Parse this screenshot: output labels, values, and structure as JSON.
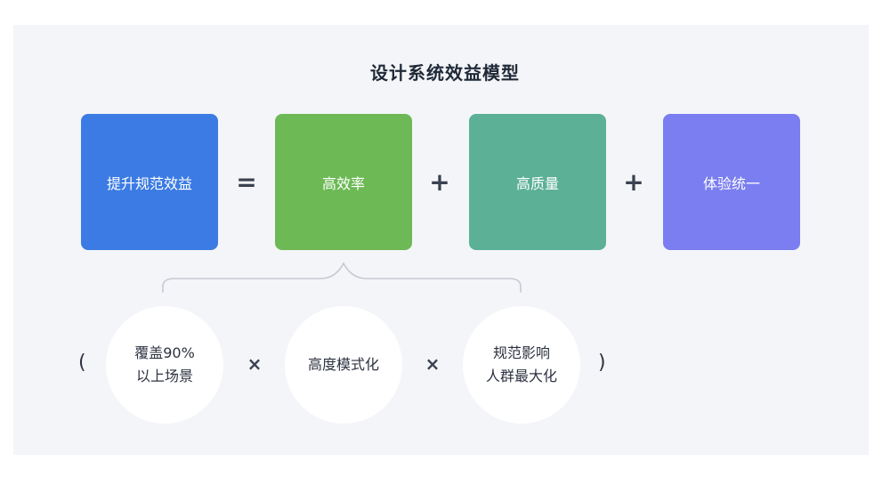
{
  "title": "设计系统效益模型",
  "equation": {
    "result": {
      "label": "提升规范效益",
      "color": "#3b7be3"
    },
    "equals": "=",
    "plus": "+",
    "terms": [
      {
        "label": "高效率",
        "color": "#6cb955"
      },
      {
        "label": "高质量",
        "color": "#5bb095"
      },
      {
        "label": "体验统一",
        "color": "#7a7ef0"
      }
    ]
  },
  "breakdown": {
    "open_paren": "(",
    "close_paren": ")",
    "times": "×",
    "factors": [
      {
        "line1": "覆盖90%",
        "line2": "以上场景"
      },
      {
        "line1": "高度模式化",
        "line2": ""
      },
      {
        "line1": "规范影响",
        "line2": "人群最大化"
      }
    ]
  }
}
